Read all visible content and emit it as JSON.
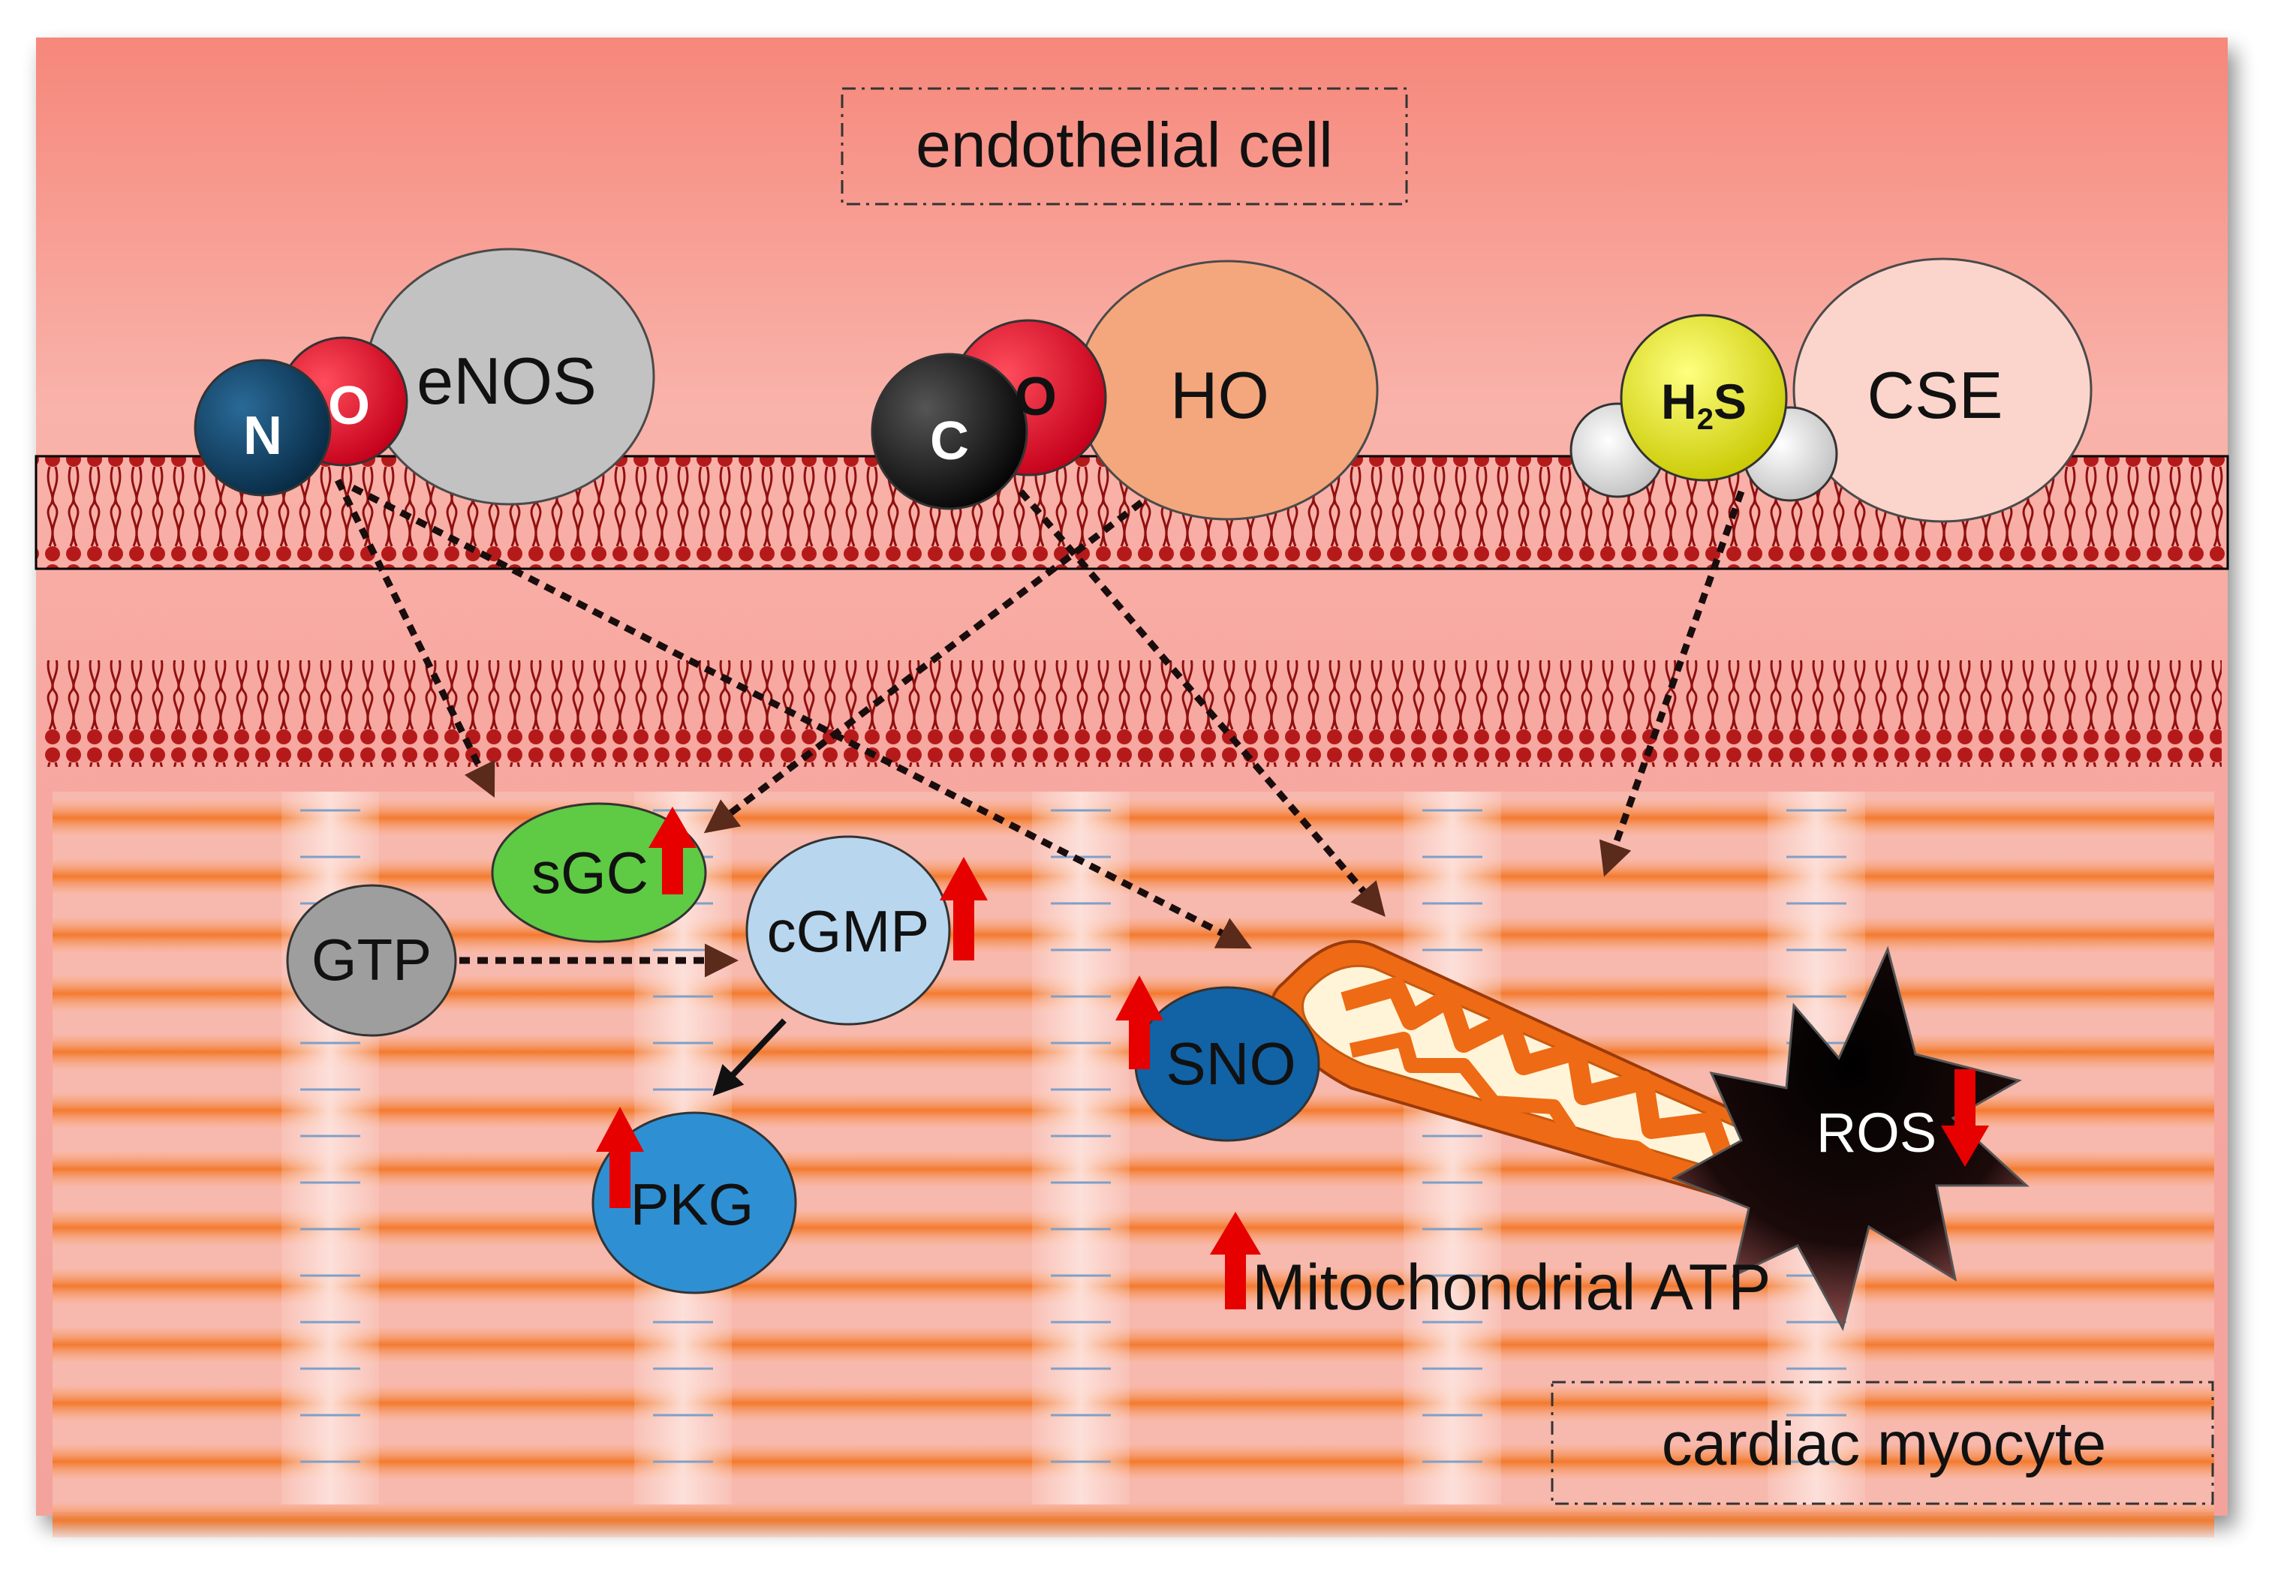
{
  "labels": {
    "endothelial": "endothelial cell",
    "cardiac": "cardiac myocyte",
    "mito_atp": "Mitochondrial ATP"
  },
  "gas_molecules": {
    "no": {
      "atom1": "N",
      "atom2": "O",
      "enzyme": "eNOS"
    },
    "co": {
      "atom1": "C",
      "atom2": "O",
      "enzyme": "HO"
    },
    "h2s": {
      "h": "H",
      "sub": "2",
      "s": "S",
      "enzyme": "CSE"
    }
  },
  "nodes": {
    "sgc": "sGC",
    "gtp": "GTP",
    "cgmp": "cGMP",
    "pkg": "PKG",
    "sno": "SNO",
    "ros": "ROS"
  },
  "indicators": {
    "sgc": "up",
    "cgmp": "up",
    "pkg": "up",
    "sno": "up",
    "ros": "down",
    "mitochondrial_atp": "up"
  },
  "colors": {
    "background_top": "#f6877b",
    "membrane": "#b81d1d",
    "muscle_band": "#f37a2e",
    "no_n": "#0c3a5c",
    "o_atom": "#e4102a",
    "c_atom": "#111111",
    "h2s_s": "#e6e614",
    "enos": "#c2c2c2",
    "ho": "#f4a77c",
    "cse": "#fbd5cb",
    "sgc": "#5fca44",
    "gtp": "#9e9e9e",
    "cgmp": "#b9d6ef",
    "pkg": "#2f8fd3",
    "sno": "#1262a6",
    "arrow_up": "#e60000"
  }
}
